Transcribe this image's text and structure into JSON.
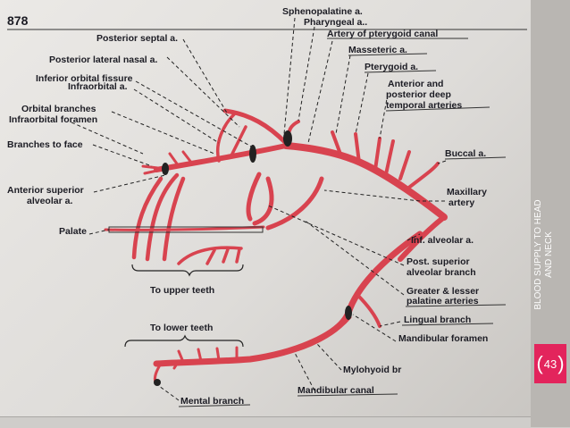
{
  "page": {
    "number": "878",
    "labels": {
      "sphenopalatine": "Sphenopalatine a.",
      "pharyngeal": "Pharyngeal a..",
      "artery_pterygoid_canal": "Artery of pterygoid canal",
      "posterior_septal": "Posterior septal a.",
      "masseteric": "Masseteric a.",
      "posterior_lateral_nasal": "Posterior lateral nasal a.",
      "pterygoid": "Pterygoid a.",
      "inferior_orbital_fissure": "Inferior orbital fissure",
      "infraorbital_a": "Infraorbital a.",
      "anterior_and": "Anterior and",
      "posterior_deep": "posterior deep",
      "temporal_arteries": "temporal arteries",
      "orbital_branches": "Orbital branches",
      "infraorbital_foramen": "Infraorbital foramen",
      "branches_to_face": "Branches to face",
      "buccal": "Buccal a.",
      "anterior_superior": "Anterior superior",
      "alveolar_a": "alveolar a.",
      "maxillary": "Maxillary",
      "artery": "artery",
      "palate": "Palate",
      "inf_alveolar": "Inf. alveolar a.",
      "post_superior": "Post. superior",
      "alveolar_branch": "alveolar branch",
      "to_upper_teeth": "To upper teeth",
      "greater_lesser": "Greater & lesser",
      "palatine_arteries": "palatine arteries",
      "to_lower_teeth": "To lower teeth",
      "lingual_branch": "Lingual branch",
      "mandibular_foramen": "Mandibular foramen",
      "mylohyoid": "Mylohyoid br",
      "mandibular_canal": "Mandibular canal",
      "mental_branch": "Mental branch"
    }
  },
  "sidebar": {
    "title_line1": "BLOOD SUPPLY TO HEAD",
    "title_line2": "AND NECK",
    "slide_number": "43"
  },
  "colors": {
    "artery": "#d8434f",
    "accent": "#e3245c",
    "sidebar": "#b9b6b2"
  }
}
